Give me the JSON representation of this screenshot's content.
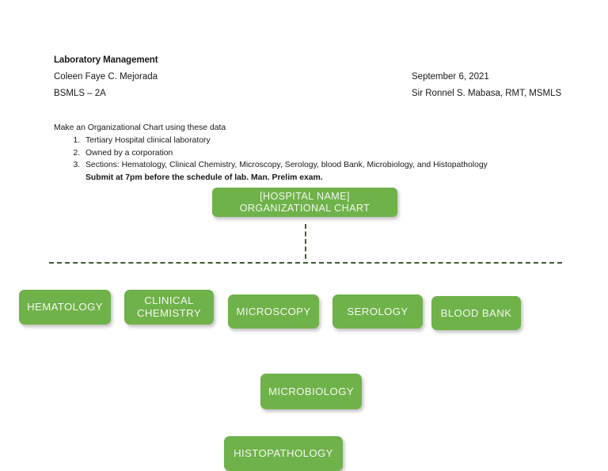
{
  "document": {
    "title": "Laboratory Management",
    "student_name": "Coleen Faye C. Mejorada",
    "section": "BSMLS – 2A",
    "date": "September 6, 2021",
    "instructor": "Sir Ronnel S. Mabasa, RMT, MSMLS"
  },
  "instructions": {
    "lead": "Make an Organizational Chart using these data",
    "items": [
      "Tertiary Hospital clinical laboratory",
      "Owned by a corporation",
      "Sections: Hematology, Clinical Chemistry, Microscopy, Serology, blood Bank, Microbiology, and Histopathology"
    ],
    "submit_note": "Submit at 7pm before the schedule of lab. Man. Prelim exam."
  },
  "chart": {
    "root": "[HOSPITAL NAME] ORGANIZATIONAL CHART",
    "nodes": [
      {
        "id": "hematology",
        "label": "HEMATOLOGY"
      },
      {
        "id": "clinical-chemistry",
        "label": "CLINICAL CHEMISTRY"
      },
      {
        "id": "microscopy",
        "label": "MICROSCOPY"
      },
      {
        "id": "serology",
        "label": "SEROLOGY"
      },
      {
        "id": "blood-bank",
        "label": "BLOOD BANK"
      },
      {
        "id": "microbiology",
        "label": "MICROBIOLOGY"
      },
      {
        "id": "histopathology",
        "label": "HISTOPATHOLOGY"
      }
    ],
    "colors": {
      "node_fill": "#6fb24a",
      "node_text": "#f3f7f0",
      "connector": "#3e5c32"
    }
  }
}
